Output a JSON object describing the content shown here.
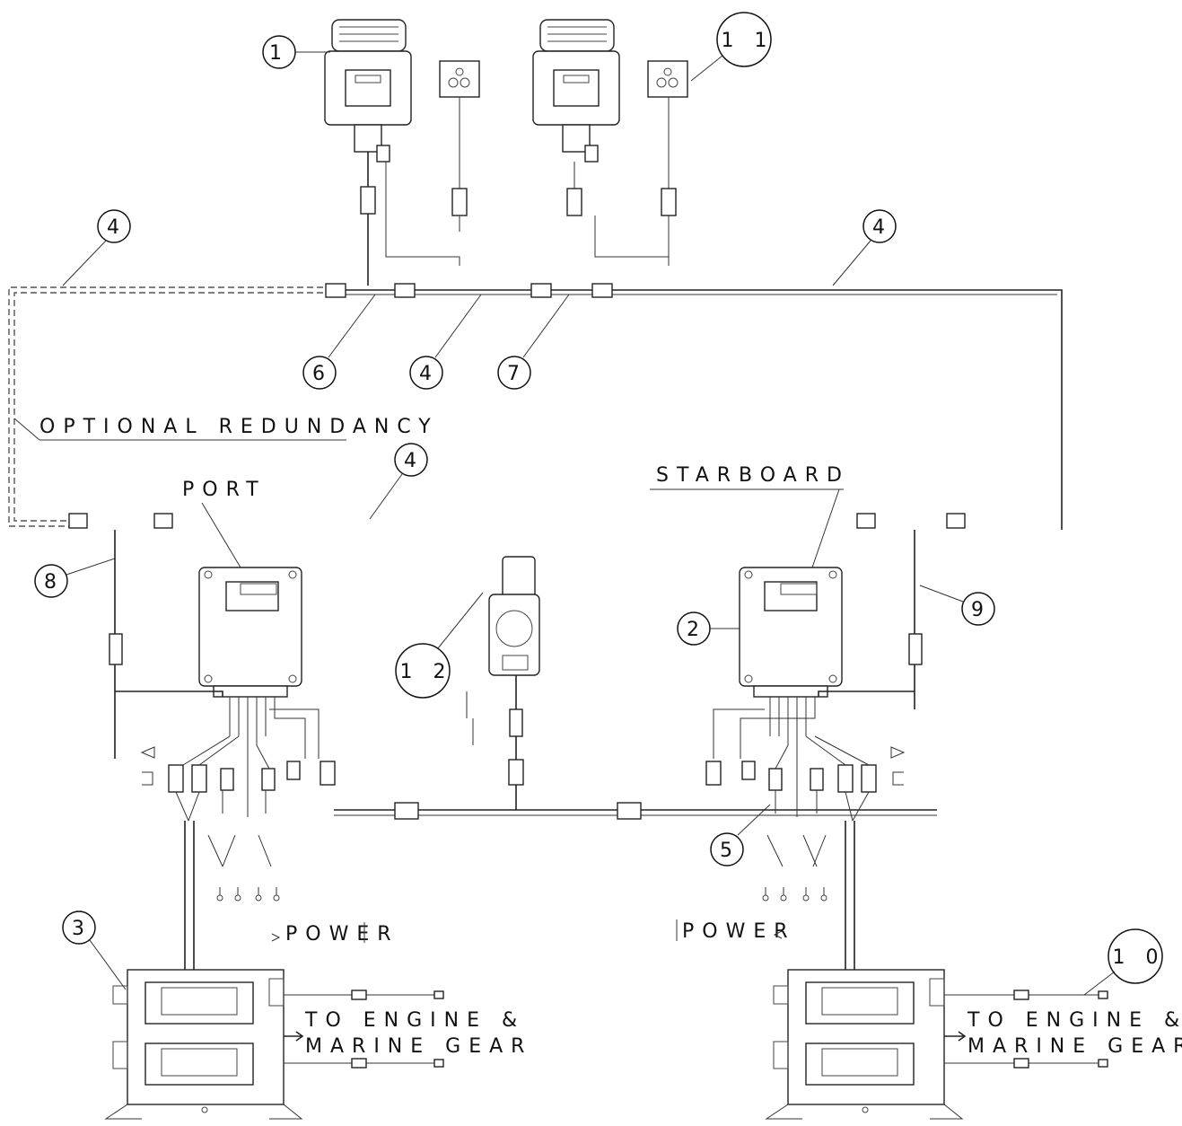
{
  "callouts": {
    "c1": "1",
    "c11": "1 1",
    "c4_left": "4",
    "c4_right": "4",
    "c6": "6",
    "c4_mid": "4",
    "c7": "7",
    "c4_center": "4",
    "c8": "8",
    "c12": "1 2",
    "c2": "2",
    "c9": "9",
    "c5": "5",
    "c3": "3",
    "c10": "1 0"
  },
  "labels": {
    "optional_redundancy": "OPTIONAL REDUNDANCY",
    "port": "PORT",
    "starboard": "STARBOARD",
    "power_left": "POWER",
    "power_right": "POWER",
    "to_engine_left_1": "TO ENGINE &",
    "to_engine_left_2": "MARINE GEAR",
    "to_engine_right_1": "TO ENGINE &",
    "to_engine_right_2": "MARINE GEAR"
  }
}
